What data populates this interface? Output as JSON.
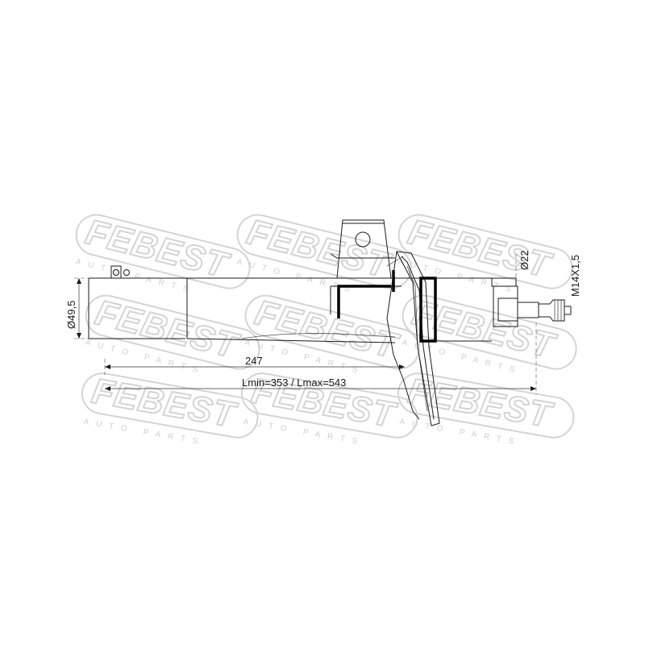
{
  "watermark": {
    "brand": "FEBEST",
    "subtext": "AUTO PARTS"
  },
  "dimensions": {
    "body_diameter": "Ø49,5",
    "rod_diameter": "Ø22",
    "thread": "M14X1,5",
    "mount_offset": "247",
    "length_range": "Lmin=353 / Lmax=543"
  },
  "colors": {
    "line": "#1a1a1a",
    "watermark": "#d4d4d4",
    "background": "#ffffff"
  }
}
